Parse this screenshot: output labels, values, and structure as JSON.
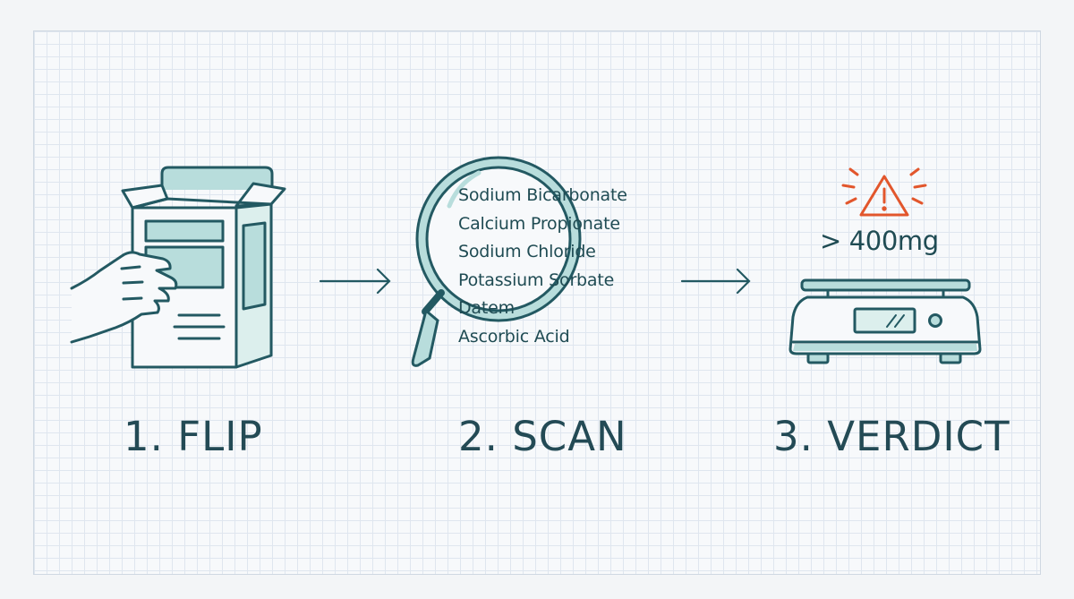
{
  "steps": [
    {
      "label": "1. FLIP",
      "icon": "cereal-box-in-hand-icon"
    },
    {
      "label": "2. SCAN",
      "icon": "magnifying-glass-icon"
    },
    {
      "label": "3. VERDICT",
      "icon": "kitchen-scale-icon"
    }
  ],
  "scan": {
    "ingredients": [
      "Sodium Bicarbonate",
      "Calcium Propionate",
      "Sodium Chloride",
      "Potassium Sorbate",
      "Datem",
      "Ascorbic Acid"
    ]
  },
  "verdict": {
    "amount": "> 400mg",
    "warning_icon": "warning-triangle-icon"
  },
  "colors": {
    "line": "#235962",
    "teal_fill": "#b8dddc",
    "teal_light": "#dcefed",
    "warning": "#e2562c",
    "grid": "#dfe6ef",
    "background": "#f7f9fb"
  }
}
